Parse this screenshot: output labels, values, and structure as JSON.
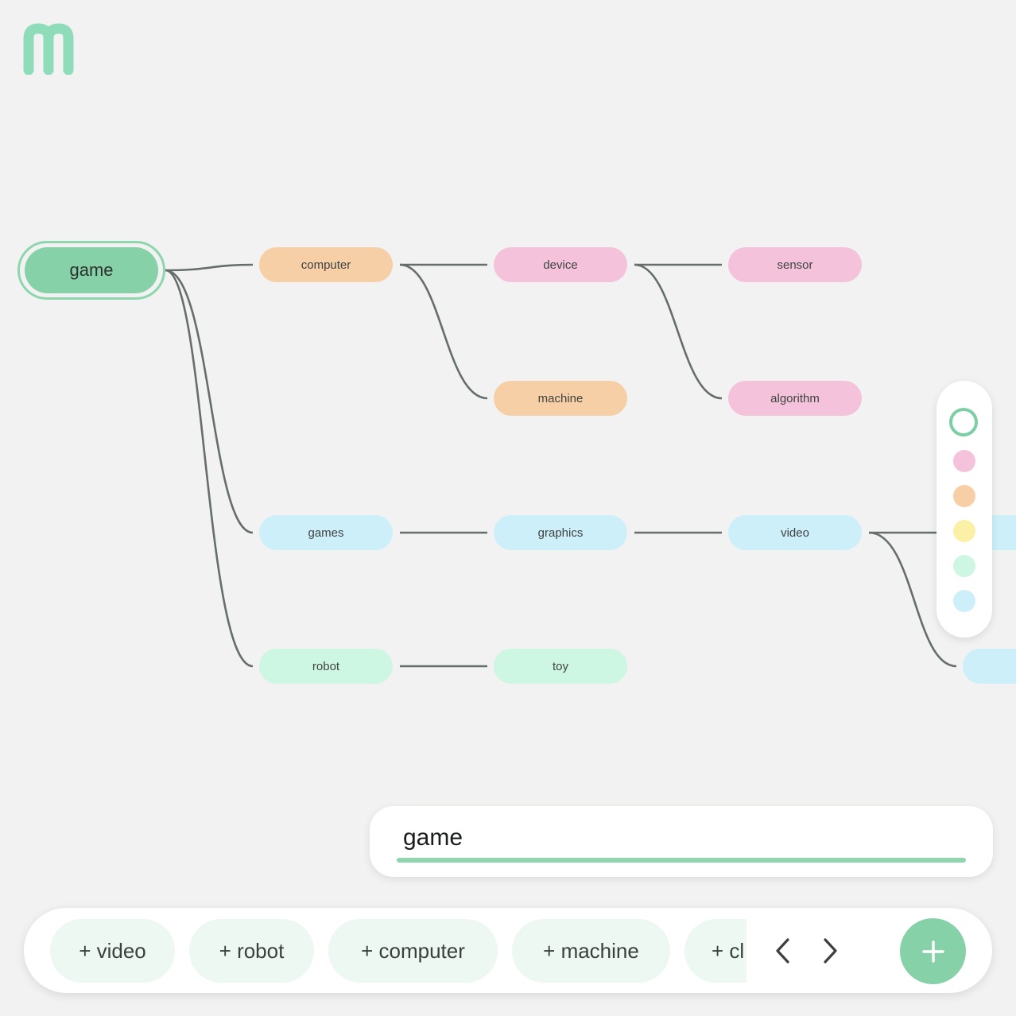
{
  "app": {
    "logo_letter": "m",
    "accent_color": "#87d1a9"
  },
  "mind_map": {
    "root": "game",
    "nodes": {
      "computer": "computer",
      "device": "device",
      "sensor": "sensor",
      "machine": "machine",
      "algorithm": "algorithm",
      "games": "games",
      "graphics": "graphics",
      "video": "video",
      "robot": "robot",
      "toy": "toy"
    },
    "node_colors": {
      "root": "#87d1a9",
      "orange": "#f7cfa6",
      "pink": "#f4c3db",
      "blue": "#cdeffa",
      "mint": "#cdf6e3"
    }
  },
  "palette": {
    "swatches": [
      {
        "name": "selected-ring",
        "color": "#7ccfa4"
      },
      {
        "name": "pink",
        "color": "#f4c3db"
      },
      {
        "name": "orange",
        "color": "#f7cfa6"
      },
      {
        "name": "yellow",
        "color": "#fbf0a6"
      },
      {
        "name": "mint",
        "color": "#cdf6e3"
      },
      {
        "name": "blue",
        "color": "#cdeffa"
      }
    ]
  },
  "word_input": {
    "value": "game"
  },
  "suggestions": {
    "chips": [
      "+ video",
      "+ robot",
      "+ computer",
      "+ machine",
      "+ cl"
    ],
    "prev_icon": "chevron-left-icon",
    "next_icon": "chevron-right-icon",
    "add_icon": "plus-icon"
  }
}
